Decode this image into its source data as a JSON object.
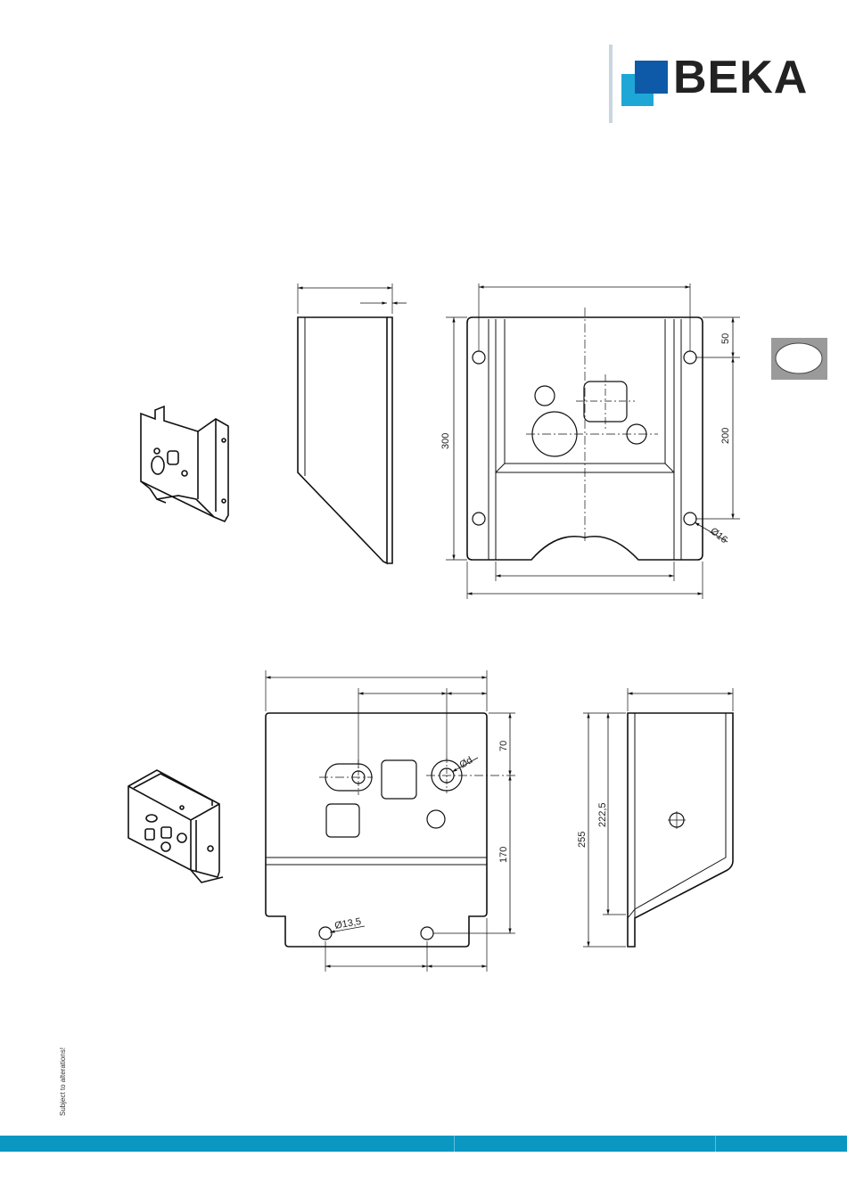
{
  "brand": {
    "name": "BEKA",
    "colors": {
      "dark_blue": "#0f5aa8",
      "light_blue": "#1ea7d6",
      "bar_gray": "#c9d6e0"
    }
  },
  "side_tab": {
    "color": "#9a9a9a"
  },
  "footer": {
    "note": "Subject to alterations!",
    "bar_color": "#0a97c2"
  },
  "drawings": {
    "top_front": {
      "height": "300",
      "top_offset": "50",
      "hole_spacing": "200",
      "hole_dia": "Ø16"
    },
    "bottom_front": {
      "upper_height": "70",
      "lower_height": "170",
      "hole_dia_d": "Ød",
      "hole_dia_small": "Ø13,5"
    },
    "bottom_side": {
      "overall_height": "255",
      "inner_height": "222,5"
    }
  }
}
